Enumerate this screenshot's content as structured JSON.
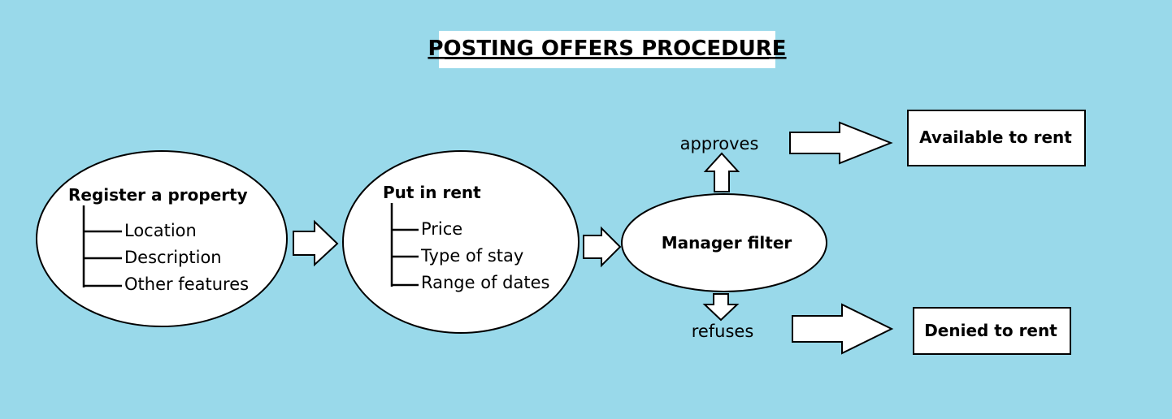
{
  "title": "POSTING OFFERS PROCEDURE",
  "nodes": {
    "register": {
      "heading": "Register a property",
      "items": [
        "Location",
        "Description",
        "Other features"
      ]
    },
    "rent": {
      "heading": "Put in rent",
      "items": [
        "Price",
        "Type of stay",
        "Range of dates"
      ]
    },
    "filter": {
      "label": "Manager filter"
    },
    "available": {
      "label": "Available to rent"
    },
    "denied": {
      "label": "Denied to rent"
    }
  },
  "edges": {
    "approves": "approves",
    "refuses": "refuses"
  }
}
